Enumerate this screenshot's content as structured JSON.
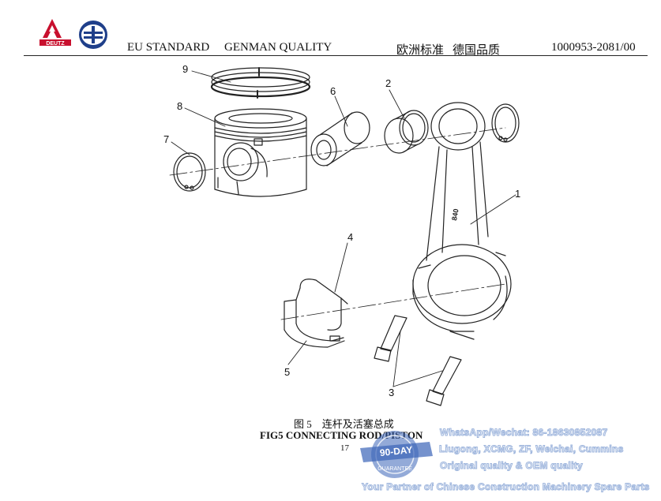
{
  "header": {
    "brand_text": "DEUTZ",
    "standard_en": "EU STANDARD",
    "quality_en": "GENMAN QUALITY",
    "standard_cn": "欧洲标准",
    "quality_cn": "德国品质",
    "doc_number": "1000953-2081/00"
  },
  "callouts": [
    "9",
    "8",
    "7",
    "6",
    "2",
    "1",
    "4",
    "5",
    "3"
  ],
  "part_marking": "840",
  "caption": {
    "cn": "图 5　连杆及活塞总成",
    "en": "FIG5 CONNECTING ROD/PISTON",
    "page": "17"
  },
  "watermark": {
    "badge_top": "90-DAY",
    "badge_bottom": "GUARANTEE",
    "line1": "WhatsApp/Wechat: 86-18630852087",
    "line2": "Liugong, XCMG, ZF, Weichai, Cummins",
    "line3": "Original quality & OEM quality",
    "line4": "Your Partner of Chinese Construction Machinery Spare Parts"
  },
  "colors": {
    "logo_red": "#c8102e",
    "logo_blue": "#1f3f8a",
    "watermark_blue": "#3b64b8"
  }
}
